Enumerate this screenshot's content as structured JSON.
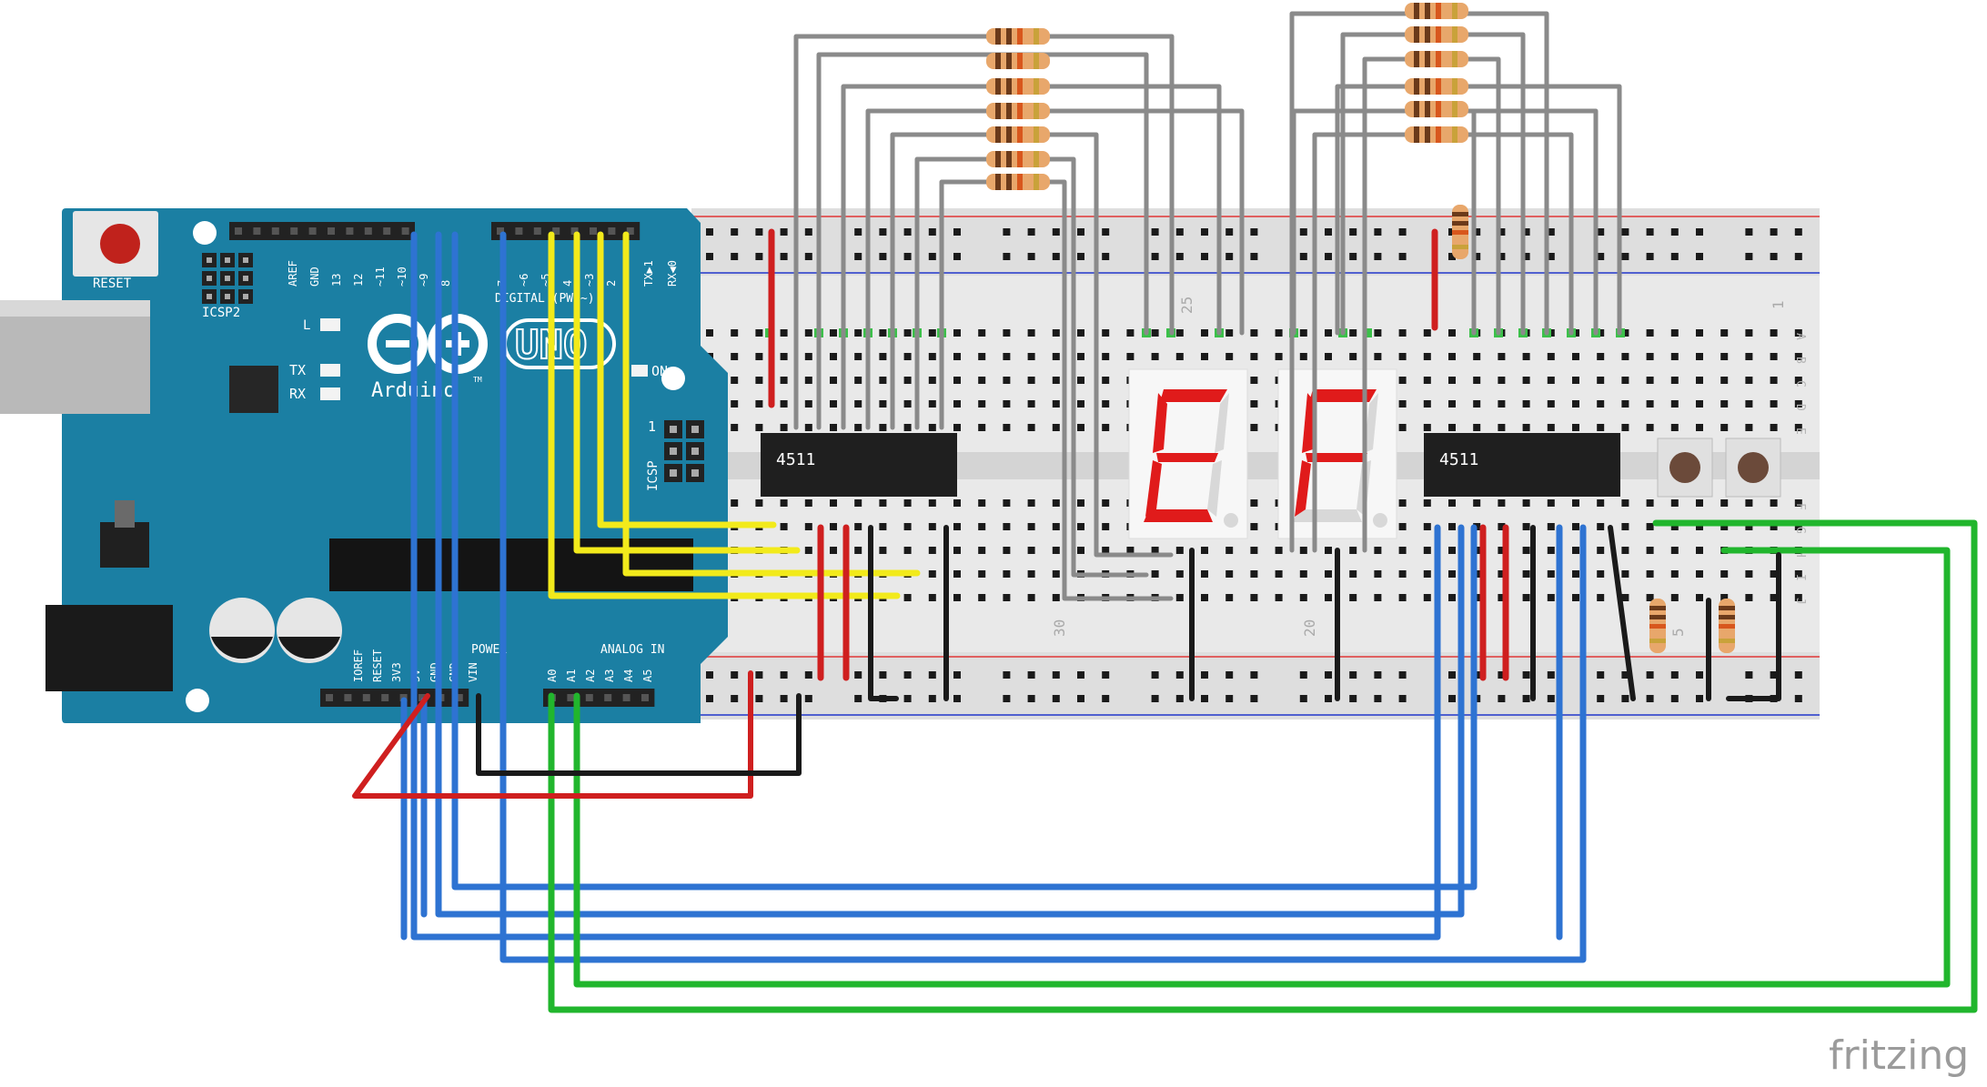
{
  "arduino": {
    "reset_label": "RESET",
    "icsp2_label": "ICSP2",
    "icsp_label": "ICSP",
    "led_l_label": "L",
    "led_tx_label": "TX",
    "led_rx_label": "RX",
    "on_label": "ON",
    "model_label": "UNO",
    "brand_label": "Arduino",
    "trademark": "TM",
    "digital_header_label": "DIGITAL (PWM~)",
    "analog_header_label": "ANALOG IN",
    "power_header_label": "POWER",
    "top_pin_labels": [
      "AREF",
      "GND",
      "13",
      "12",
      "~11",
      "~10",
      "~9",
      "8",
      "7",
      "~6",
      "~5",
      "4",
      "~3",
      "2",
      "TX▶1",
      "RX◀0"
    ],
    "power_pin_labels": [
      "IOREF",
      "RESET",
      "3V3",
      "5V",
      "GND",
      "GND",
      "VIN"
    ],
    "analog_pin_labels": [
      "A0",
      "A1",
      "A2",
      "A3",
      "A4",
      "A5"
    ],
    "icsp_pin_one": "1"
  },
  "breadboard": {
    "column_numbers": [
      "30",
      "25",
      "20",
      "5",
      "1"
    ],
    "row_letters": [
      "A",
      "B",
      "C",
      "D",
      "E",
      "F",
      "G",
      "H",
      "I",
      "J"
    ]
  },
  "chips": {
    "left_label": "4511",
    "right_label": "4511"
  },
  "displays": {
    "left_char": "E",
    "right_char": "F"
  },
  "footer": {
    "brand": "fritzing"
  },
  "colors": {
    "board": "#1b7fa3",
    "breadboard": "#e8e8e8",
    "wire_blue": "#2e73d2",
    "wire_yellow": "#f2ea1b",
    "wire_green": "#21b62d",
    "wire_red": "#cf1f1f",
    "wire_gray": "#8a8a8a",
    "segment_on": "#e01b1b",
    "fritzing_gray": "#9b9b9b"
  }
}
